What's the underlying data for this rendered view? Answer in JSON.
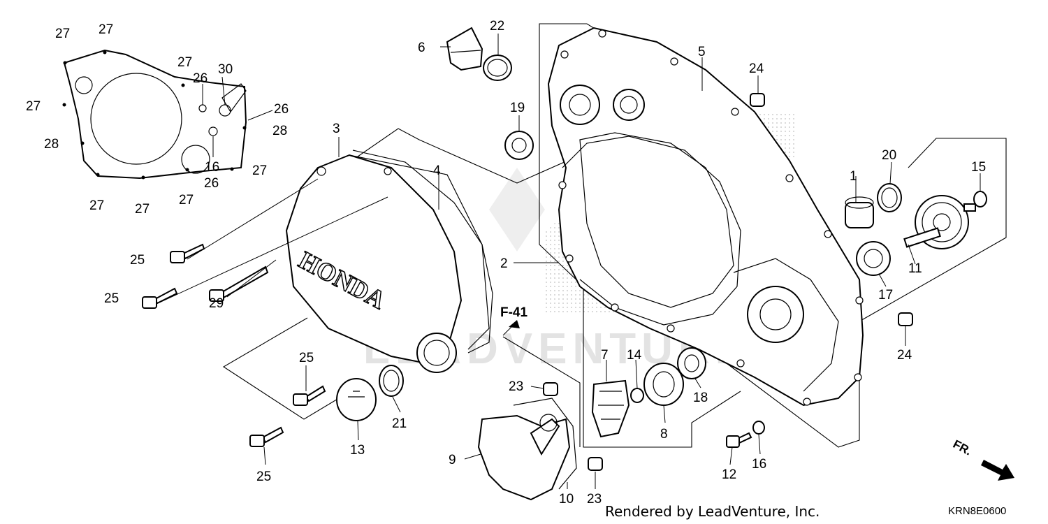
{
  "diagram": {
    "callouts": [
      "1",
      "2",
      "3",
      "4",
      "5",
      "6",
      "7",
      "8",
      "9",
      "10",
      "11",
      "12",
      "13",
      "14",
      "15",
      "16",
      "17",
      "18",
      "19",
      "20",
      "21",
      "22",
      "23",
      "24",
      "25",
      "26",
      "27",
      "28",
      "29",
      "30"
    ],
    "reference_label": "F-41",
    "cover_brand": "HONDA",
    "watermark": "LEADVENTURE",
    "credit": "Rendered by LeadVenture, Inc.",
    "diagram_code": "KRN8E0600",
    "direction_label": "FR."
  }
}
